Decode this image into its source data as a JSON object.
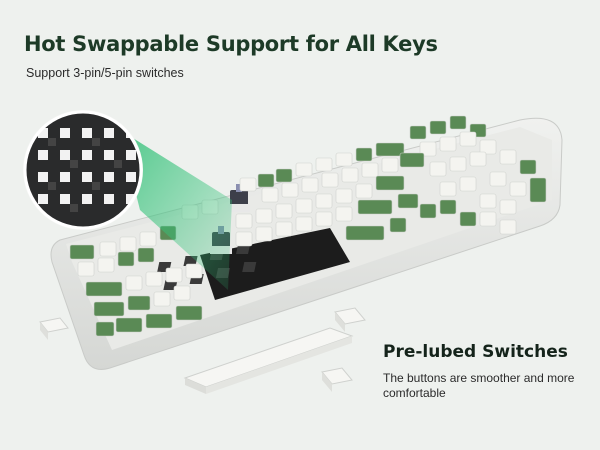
{
  "header": {
    "title": "Hot Swappable Support for All Keys",
    "subtitle": "Support 3-pin/5-pin switches"
  },
  "feature": {
    "title": "Pre-lubed Switches",
    "description": "The buttons are smoother and more comfortable"
  },
  "colors": {
    "background": "#eef1ee",
    "title_text": "#1d3a27",
    "keycap_white": "#f4f4f0",
    "keycap_green": "#5a8a55",
    "case": "#e7e8e6",
    "plate": "#1c1c1c",
    "highlight_beam": "#36c07a"
  },
  "image": {
    "subject": "keyboard",
    "zoom_inset": "hot-swap-sockets"
  }
}
